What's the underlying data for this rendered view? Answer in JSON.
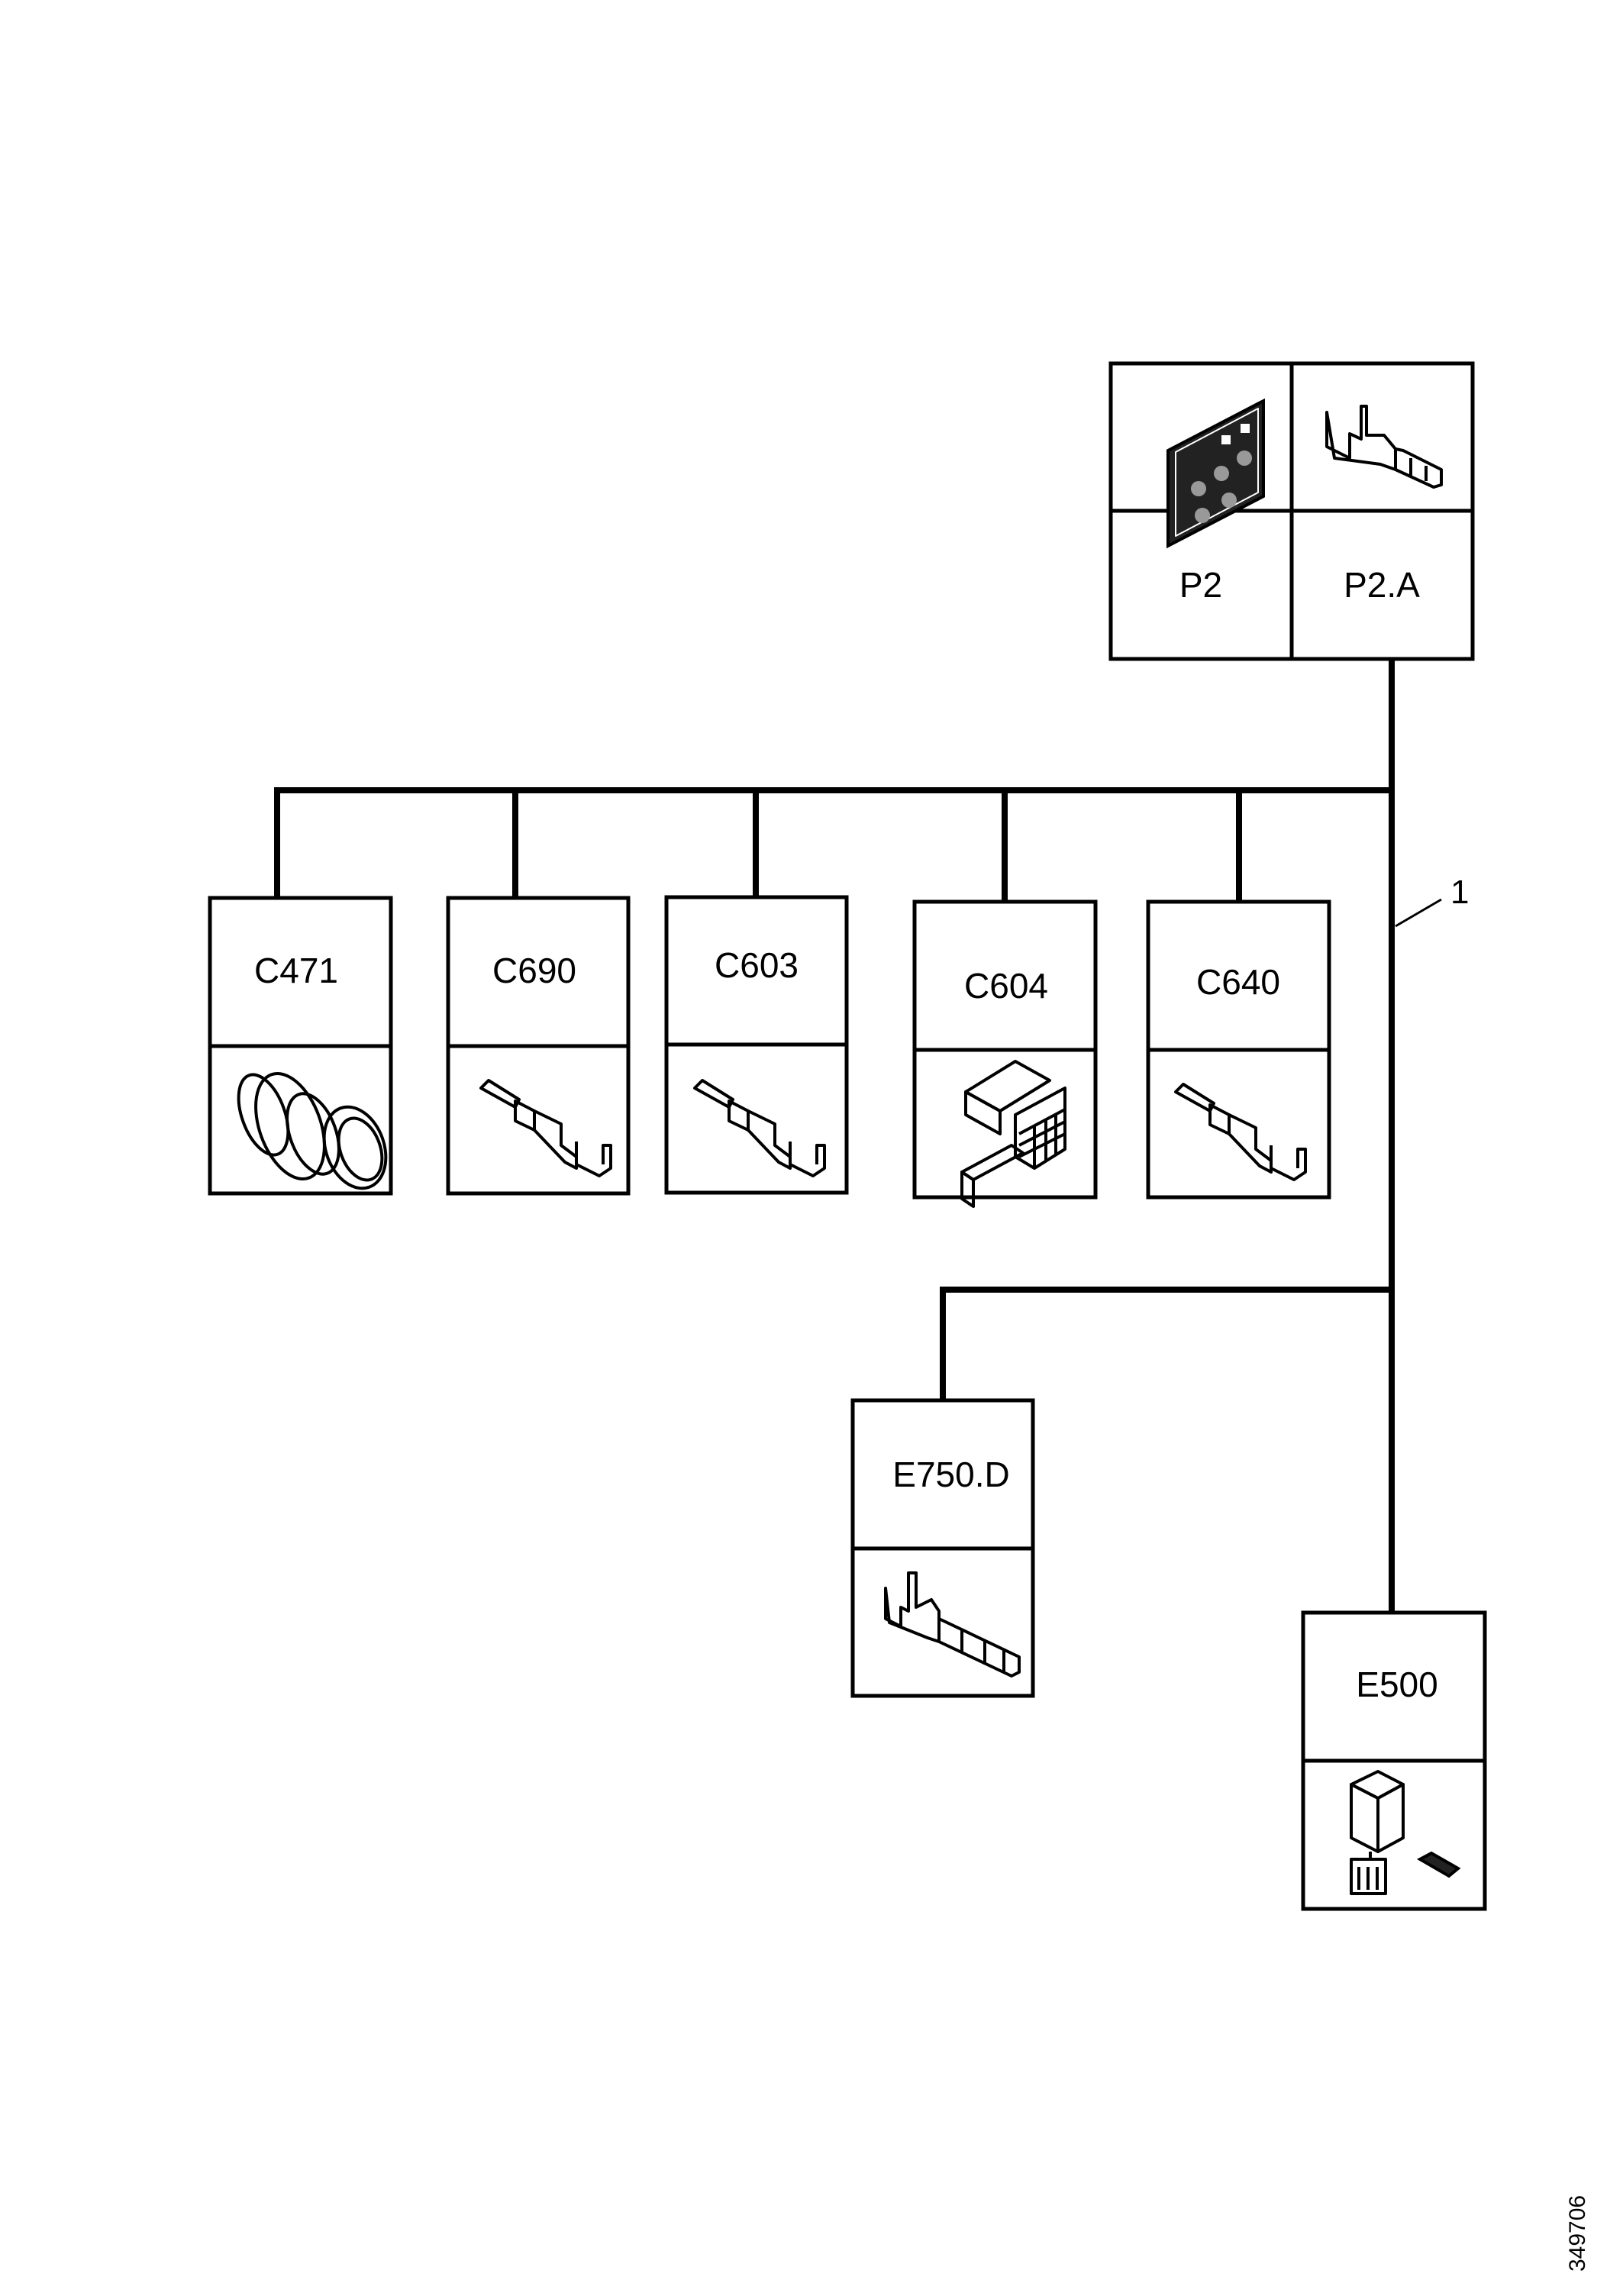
{
  "diagram": {
    "type": "wiring-harness-connector-overview",
    "harness_callout": "1",
    "document_number": "349706",
    "top_unit": {
      "cells": [
        {
          "label": "P2",
          "icon": "circuit-board-icon"
        },
        {
          "label": "P2.A",
          "icon": "terminal-pin-icon"
        }
      ]
    },
    "bus_connectors": [
      {
        "label": "C471",
        "icon": "round-connector-icon"
      },
      {
        "label": "C690",
        "icon": "terminal-pin-icon"
      },
      {
        "label": "C603",
        "icon": "terminal-pin-icon"
      },
      {
        "label": "C604",
        "icon": "multi-pin-connector-icon"
      },
      {
        "label": "C640",
        "icon": "terminal-pin-icon"
      }
    ],
    "branch_connectors": [
      {
        "label": "E750.D",
        "icon": "terminal-socket-icon"
      },
      {
        "label": "E500",
        "icon": "relay-icon"
      }
    ]
  }
}
